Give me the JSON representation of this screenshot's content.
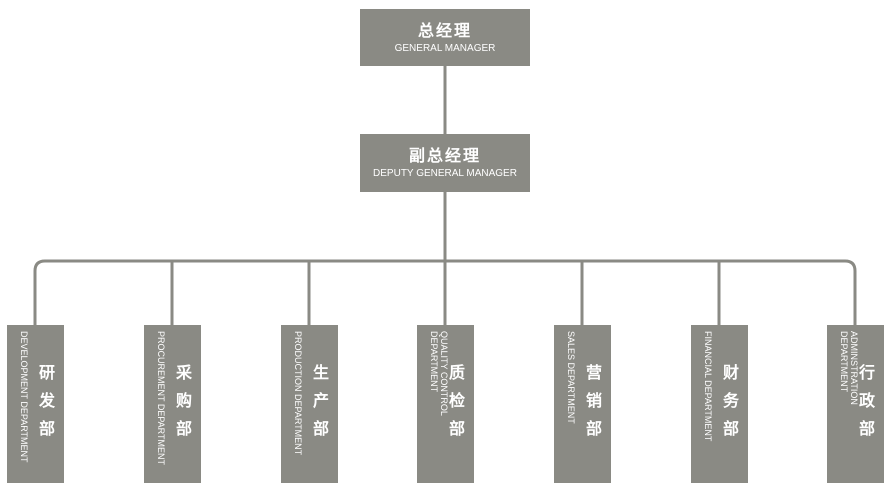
{
  "general_manager": {
    "cn": "总经理",
    "en": "GENERAL MANAGER"
  },
  "deputy_general_manager": {
    "cn": "副总经理",
    "en": "DEPUTY GENERAL MANAGER"
  },
  "departments": [
    {
      "cn": "研发部",
      "en": "DEVELOPMENT DEPARTMENT"
    },
    {
      "cn": "采购部",
      "en": "PROCUREMENT DEPARTMENT"
    },
    {
      "cn": "生产部",
      "en": "PRODUCTION DEPARTMENT"
    },
    {
      "cn": "质检部",
      "en": "QUALITY CONTROL DEPARTMENT"
    },
    {
      "cn": "营销部",
      "en": "SALES DEPARTMENT"
    },
    {
      "cn": "财务部",
      "en": "FINANCIAL DEPARTMENT"
    },
    {
      "cn": "行政部",
      "en": "ADMINSTRATION DEPARTMENT"
    }
  ],
  "colors": {
    "box": "#8a8a84",
    "line": "#8a8a84",
    "text": "#ffffff"
  }
}
